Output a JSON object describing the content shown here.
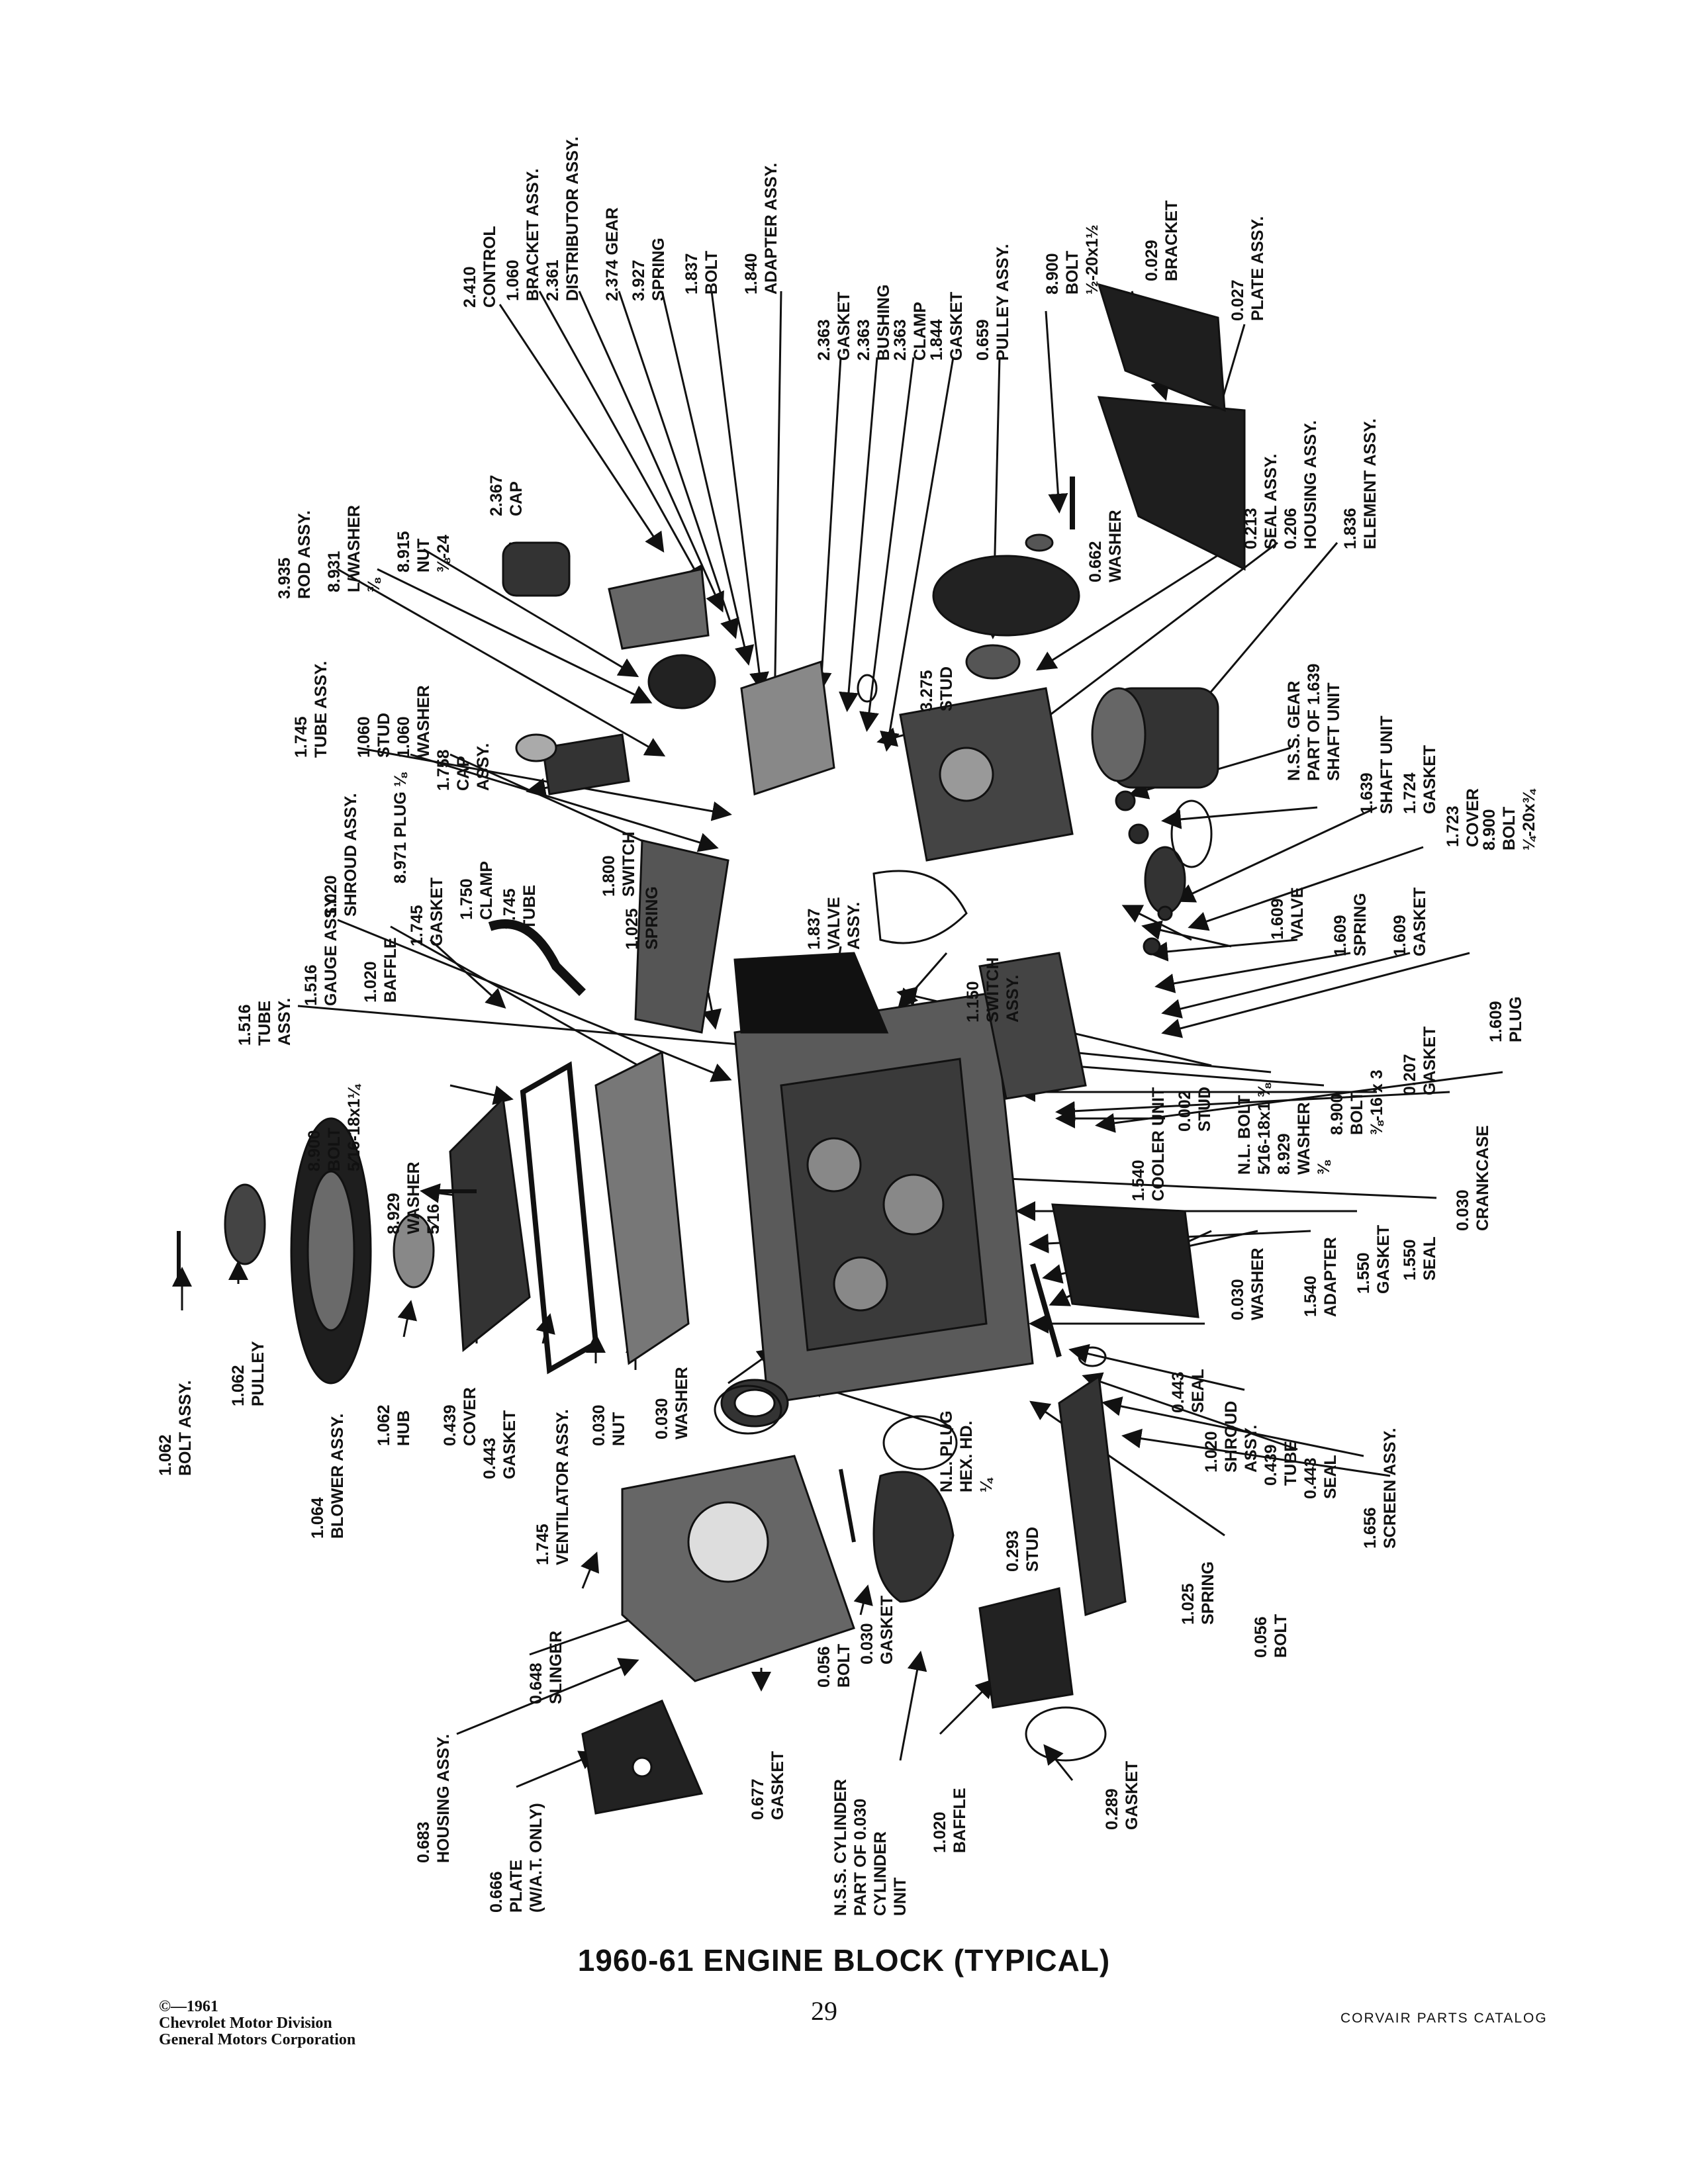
{
  "title": "1960-61 ENGINE BLOCK (TYPICAL)",
  "footer": {
    "copyright_lines": [
      "©—1961",
      "Chevrolet Motor Division",
      "General Motors Corporation"
    ],
    "page_number": "29",
    "catalog": "CORVAIR PARTS CATALOG"
  },
  "callouts": [
    {
      "id": "control",
      "lines": [
        "2.410",
        "CONTROL"
      ]
    },
    {
      "id": "bracket-assy",
      "lines": [
        "1.060",
        "BRACKET ASSY."
      ]
    },
    {
      "id": "distributor-assy",
      "lines": [
        "2.361",
        "DISTRIBUTOR ASSY."
      ]
    },
    {
      "id": "gear",
      "lines": [
        "2.374 GEAR"
      ]
    },
    {
      "id": "spring-3927",
      "lines": [
        "3.927",
        "SPRING"
      ]
    },
    {
      "id": "bolt-1837",
      "lines": [
        "1.837",
        "BOLT"
      ]
    },
    {
      "id": "adapter-assy",
      "lines": [
        "1.840",
        "ADAPTER ASSY."
      ]
    },
    {
      "id": "gasket-2363",
      "lines": [
        "2.363",
        "GASKET"
      ]
    },
    {
      "id": "bushing",
      "lines": [
        "2.363",
        "BUSHING"
      ]
    },
    {
      "id": "clamp-2363",
      "lines": [
        "2.363",
        "CLAMP"
      ]
    },
    {
      "id": "gasket-1844",
      "lines": [
        "1.844",
        "GASKET"
      ]
    },
    {
      "id": "pulley-assy",
      "lines": [
        "0.659",
        "PULLEY ASSY."
      ]
    },
    {
      "id": "bolt-8900-top",
      "lines": [
        "8.900",
        "BOLT",
        "½-20x1½"
      ]
    },
    {
      "id": "bracket-0029",
      "lines": [
        "0.029",
        "BRACKET"
      ]
    },
    {
      "id": "plate-assy",
      "lines": [
        "0.027",
        "PLATE ASSY."
      ]
    },
    {
      "id": "rod-assy",
      "lines": [
        "3.935",
        "ROD ASSY."
      ]
    },
    {
      "id": "lwasher",
      "lines": [
        "8.931",
        "L/WASHER",
        "⅜"
      ]
    },
    {
      "id": "nut-8915",
      "lines": [
        "8.915",
        "NUT",
        "⅜-24"
      ]
    },
    {
      "id": "cap-2367",
      "lines": [
        "2.367",
        "CAP"
      ]
    },
    {
      "id": "washer-0662",
      "lines": [
        "0.662",
        "WASHER"
      ]
    },
    {
      "id": "seal-assy",
      "lines": [
        "0.213",
        "SEAL ASSY."
      ]
    },
    {
      "id": "housing-assy-0206",
      "lines": [
        "0.206",
        "HOUSING ASSY."
      ]
    },
    {
      "id": "element-assy",
      "lines": [
        "1.836",
        "ELEMENT ASSY."
      ]
    },
    {
      "id": "tube-assy-1745",
      "lines": [
        "1.745",
        "TUBE ASSY."
      ]
    },
    {
      "id": "stud-1060",
      "lines": [
        "1.060",
        "STUD"
      ]
    },
    {
      "id": "washer-1060",
      "lines": [
        "1.060",
        "WASHER"
      ]
    },
    {
      "id": "cap-assy",
      "lines": [
        "1.758",
        "CAP",
        "ASSY."
      ]
    },
    {
      "id": "stud-3275",
      "lines": [
        "3.275",
        "STUD"
      ]
    },
    {
      "id": "nss-gear",
      "lines": [
        "N.S.S. GEAR",
        "PART OF 1.639",
        "SHAFT UNIT"
      ]
    },
    {
      "id": "shaft-unit",
      "lines": [
        "1.639",
        "SHAFT UNIT"
      ]
    },
    {
      "id": "gasket-1724",
      "lines": [
        "1.724",
        "GASKET"
      ]
    },
    {
      "id": "cover-1723",
      "lines": [
        "1.723",
        "COVER"
      ]
    },
    {
      "id": "bolt-8900-right",
      "lines": [
        "8.900",
        "BOLT",
        "¼-20x¾"
      ]
    },
    {
      "id": "gauge-assy",
      "lines": [
        "1.516",
        "GAUGE ASSY."
      ]
    },
    {
      "id": "shroud-assy-top",
      "lines": [
        "1.020",
        "SHROUD ASSY."
      ]
    },
    {
      "id": "plug-8971",
      "lines": [
        "8.971 PLUG ⅛"
      ]
    },
    {
      "id": "baffle-1020-top",
      "lines": [
        "1.020",
        "BAFFLE"
      ]
    },
    {
      "id": "gasket-1745",
      "lines": [
        "1.745",
        "GASKET"
      ]
    },
    {
      "id": "clamp-1750",
      "lines": [
        "1.750",
        "CLAMP"
      ]
    },
    {
      "id": "tube-1745",
      "lines": [
        "1.745",
        "TUBE"
      ]
    },
    {
      "id": "spring-1025-top",
      "lines": [
        "1.025",
        "SPRING"
      ]
    },
    {
      "id": "switch-1800",
      "lines": [
        "1.800",
        "SWITCH"
      ]
    },
    {
      "id": "valve-assy",
      "lines": [
        "1.837",
        "VALVE",
        "ASSY."
      ]
    },
    {
      "id": "switch-assy",
      "lines": [
        "1.150",
        "SWITCH",
        "ASSY."
      ]
    },
    {
      "id": "valve-1609",
      "lines": [
        "1.609",
        "VALVE"
      ]
    },
    {
      "id": "spring-1609",
      "lines": [
        "1.609",
        "SPRING"
      ]
    },
    {
      "id": "gasket-1609",
      "lines": [
        "1.609",
        "GASKET"
      ]
    },
    {
      "id": "plug-1609",
      "lines": [
        "1.609",
        "PLUG"
      ]
    },
    {
      "id": "tube-assy-1516",
      "lines": [
        "1.516",
        "TUBE",
        "ASSY."
      ]
    },
    {
      "id": "bolt-8900-left",
      "lines": [
        "8.900",
        "BOLT",
        "5⁄16-18x1¼"
      ]
    },
    {
      "id": "stud-0002",
      "lines": [
        "0.002",
        "STUD"
      ]
    },
    {
      "id": "nl-bolt",
      "lines": [
        "N.L. BOLT",
        "5⁄16-18x1 ⅜"
      ]
    },
    {
      "id": "washer-8929-right",
      "lines": [
        "8.929",
        "WASHER",
        "⅜"
      ]
    },
    {
      "id": "bolt-8900-mid",
      "lines": [
        "8.900",
        "BOLT",
        "⅜-16 x 3"
      ]
    },
    {
      "id": "gasket-0207",
      "lines": [
        "0.207",
        "GASKET"
      ]
    },
    {
      "id": "cooler-unit",
      "lines": [
        "1.540",
        "COOLER UNIT"
      ]
    },
    {
      "id": "crankcase",
      "lines": [
        "0.030",
        "CRANKCASE"
      ]
    },
    {
      "id": "washer-8929-left",
      "lines": [
        "8.929",
        "WASHER",
        "5⁄16"
      ]
    },
    {
      "id": "seal-1550",
      "lines": [
        "1.550",
        "SEAL"
      ]
    },
    {
      "id": "gasket-1550",
      "lines": [
        "1.550",
        "GASKET"
      ]
    },
    {
      "id": "adapter-1540",
      "lines": [
        "1.540",
        "ADAPTER"
      ]
    },
    {
      "id": "washer-0030-right",
      "lines": [
        "0.030",
        "WASHER"
      ]
    },
    {
      "id": "bolt-assy-1062",
      "lines": [
        "1.062",
        "BOLT ASSY."
      ]
    },
    {
      "id": "pulley-1062",
      "lines": [
        "1.062",
        "PULLEY"
      ]
    },
    {
      "id": "blower-assy",
      "lines": [
        "1.064",
        "BLOWER ASSY."
      ]
    },
    {
      "id": "hub-1062",
      "lines": [
        "1.062",
        "HUB"
      ]
    },
    {
      "id": "cover-0439",
      "lines": [
        "0.439",
        "COVER"
      ]
    },
    {
      "id": "gasket-0443",
      "lines": [
        "0.443",
        "GASKET"
      ]
    },
    {
      "id": "ventilator-assy",
      "lines": [
        "1.745",
        "VENTILATOR ASSY."
      ]
    },
    {
      "id": "nut-0030",
      "lines": [
        "0.030",
        "NUT"
      ]
    },
    {
      "id": "washer-0030-left",
      "lines": [
        "0.030",
        "WASHER"
      ]
    },
    {
      "id": "seal-0443-mid",
      "lines": [
        "0.443",
        "SEAL"
      ]
    },
    {
      "id": "shroud-assy-1020",
      "lines": [
        "1.020",
        "SHROUD",
        "ASSY."
      ]
    },
    {
      "id": "nl-plug",
      "lines": [
        "N.L. PLUG",
        "HEX. HD.",
        "¼"
      ]
    },
    {
      "id": "tube-0439",
      "lines": [
        "0.439",
        "TUBE"
      ]
    },
    {
      "id": "seal-0443-low",
      "lines": [
        "0.443",
        "SEAL"
      ]
    },
    {
      "id": "screen-assy",
      "lines": [
        "1.656",
        "SCREEN ASSY."
      ]
    },
    {
      "id": "stud-0293",
      "lines": [
        "0.293",
        "STUD"
      ]
    },
    {
      "id": "slinger",
      "lines": [
        "0.648",
        "SLINGER"
      ]
    },
    {
      "id": "housing-assy-0683",
      "lines": [
        "0.683",
        "HOUSING ASSY."
      ]
    },
    {
      "id": "bolt-0056-mid",
      "lines": [
        "0.056",
        "BOLT"
      ]
    },
    {
      "id": "gasket-0030",
      "lines": [
        "0.030",
        "GASKET"
      ]
    },
    {
      "id": "spring-1025-low",
      "lines": [
        "1.025",
        "SPRING"
      ]
    },
    {
      "id": "bolt-0056-right",
      "lines": [
        "0.056",
        "BOLT"
      ]
    },
    {
      "id": "gasket-0677",
      "lines": [
        "0.677",
        "GASKET"
      ]
    },
    {
      "id": "plate-0666",
      "lines": [
        "0.666",
        "PLATE",
        "(W/A.T. ONLY)"
      ]
    },
    {
      "id": "nss-cylinder",
      "lines": [
        "N.S.S. CYLINDER",
        "PART OF 0.030",
        "CYLINDER",
        "UNIT"
      ]
    },
    {
      "id": "baffle-1020-low",
      "lines": [
        "1.020",
        "BAFFLE"
      ]
    },
    {
      "id": "gasket-0289",
      "lines": [
        "0.289",
        "GASKET"
      ]
    }
  ]
}
